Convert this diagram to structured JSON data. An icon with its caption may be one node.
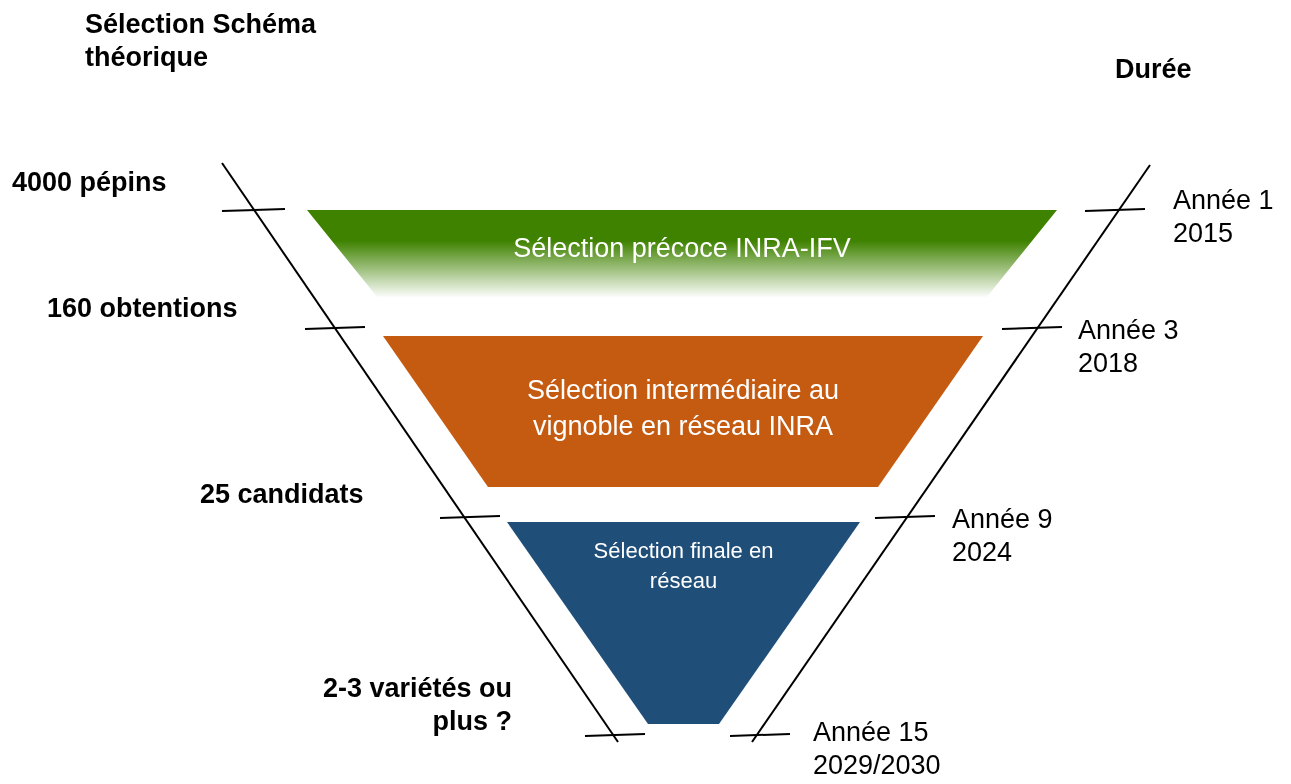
{
  "diagram": {
    "title": "Sélection Schéma théorique",
    "nodes": [
      {
        "text": [
          "Sélection précoce INRA-IFV"
        ]
      },
      {
        "text": [
          "Sélection intermédiaire au vignoble en réseau INRA"
        ]
      },
      {
        "text": [
          "Sélection finale en réseau"
        ]
      }
    ],
    "edges": [],
    "labels": [
      "Durée",
      "4000 pépins",
      "Année 1 2015",
      "160 obtentions",
      "Année 3 2018",
      "25 candidats",
      "Année 9 2024",
      "2-3 variétés ou plus ?",
      "Année 15 2029/2030"
    ]
  }
}
